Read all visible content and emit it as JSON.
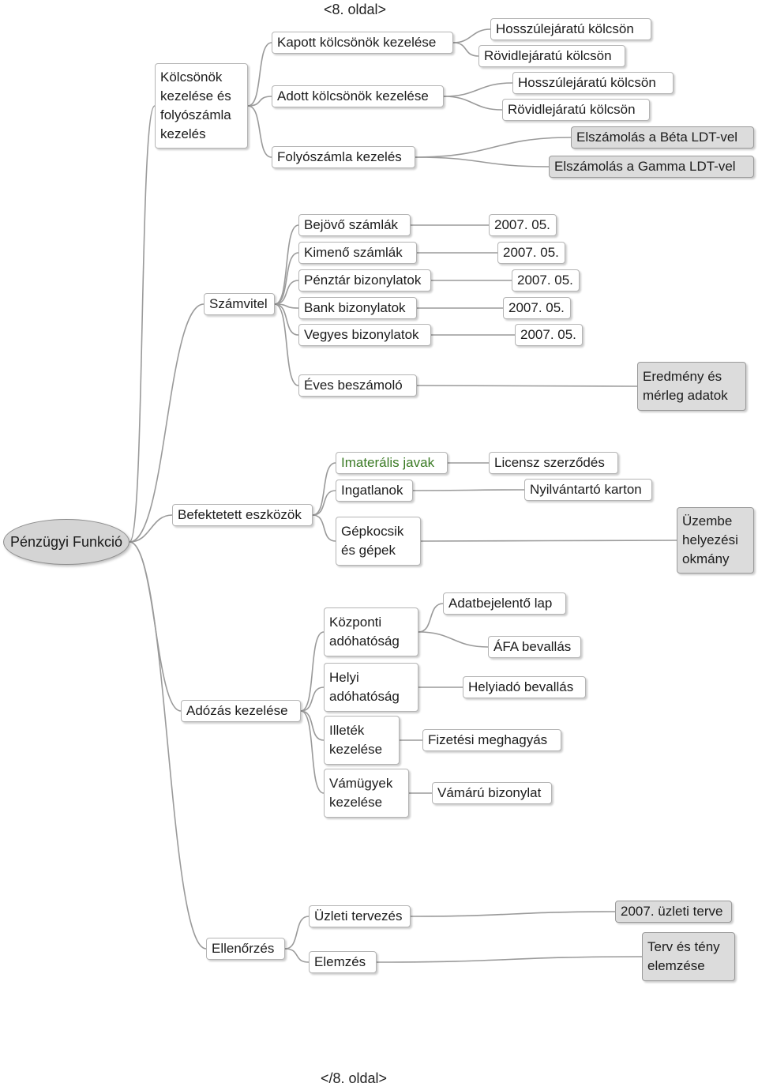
{
  "header_page": "<8. oldal>",
  "footer_page": "</8. oldal>",
  "root": "Pénzügyi Funkció",
  "kolcsonok": {
    "label": "Kölcsönök\nkezelése és\nfolyószámla\nkezelés",
    "kapott": {
      "label": "Kapott kölcsönök kezelése",
      "long": "Hosszúlejáratú kölcsön",
      "short": "Rövidlejáratú kölcsön"
    },
    "adott": {
      "label": "Adott kölcsönök kezelése",
      "long": "Hosszúlejáratú kölcsön",
      "short": "Rövidlejáratú kölcsön"
    },
    "folyoszamla": {
      "label": "Folyószámla kezelés",
      "beta": "Elszámolás a Béta LDT-vel",
      "gamma": "Elszámolás a Gamma LDT-vel"
    }
  },
  "szamvitel": {
    "label": "Számvitel",
    "bejovo": {
      "label": "Bejövő számlák",
      "date": "2007. 05."
    },
    "kimeno": {
      "label": "Kimenő számlák",
      "date": "2007. 05."
    },
    "penztar": {
      "label": "Pénztár bizonylatok",
      "date": "2007. 05."
    },
    "bank": {
      "label": "Bank bizonylatok",
      "date": "2007. 05."
    },
    "vegyes": {
      "label": "Vegyes bizonylatok",
      "date": "2007. 05."
    },
    "eves": {
      "label": "Éves beszámoló",
      "result": "Eredmény és\nmérleg adatok"
    }
  },
  "befektetett": {
    "label": "Befektetett eszközök",
    "imaterialis": {
      "label": "Imaterális javak",
      "child": "Licensz szerződés"
    },
    "ingatlanok": {
      "label": "Ingatlanok",
      "child": "Nyilvántartó karton"
    },
    "gepkocsik": {
      "label": "Gépkocsik\nés gépek",
      "child": "Üzembe\nhelyezési\nokmány"
    }
  },
  "adozas": {
    "label": "Adózás kezelése",
    "kozponti": {
      "label": "Központi\nadóhatóság",
      "child1": "Adatbejelentő lap",
      "child2": "ÁFA bevallás"
    },
    "helyi": {
      "label": "Helyi\nadóhatóság",
      "child": "Helyiadó bevallás"
    },
    "illetek": {
      "label": "Illeték\nkezelése",
      "child": "Fizetési meghagyás"
    },
    "vamugyek": {
      "label": "Vámügyek\nkezelése",
      "child": "Vámárú bizonylat"
    }
  },
  "ellenorzes": {
    "label": "Ellenőrzés",
    "uzleti": {
      "label": "Üzleti tervezés",
      "child": "2007. üzleti terve"
    },
    "elemzes": {
      "label": "Elemzés",
      "child": "Terv és tény\nelemzése"
    }
  },
  "colors": {
    "link": "#9a9a9a",
    "highlight_fill": "#dcdcdc",
    "green_text": "#3a7a24",
    "root_fill": "#d4d4d4"
  }
}
